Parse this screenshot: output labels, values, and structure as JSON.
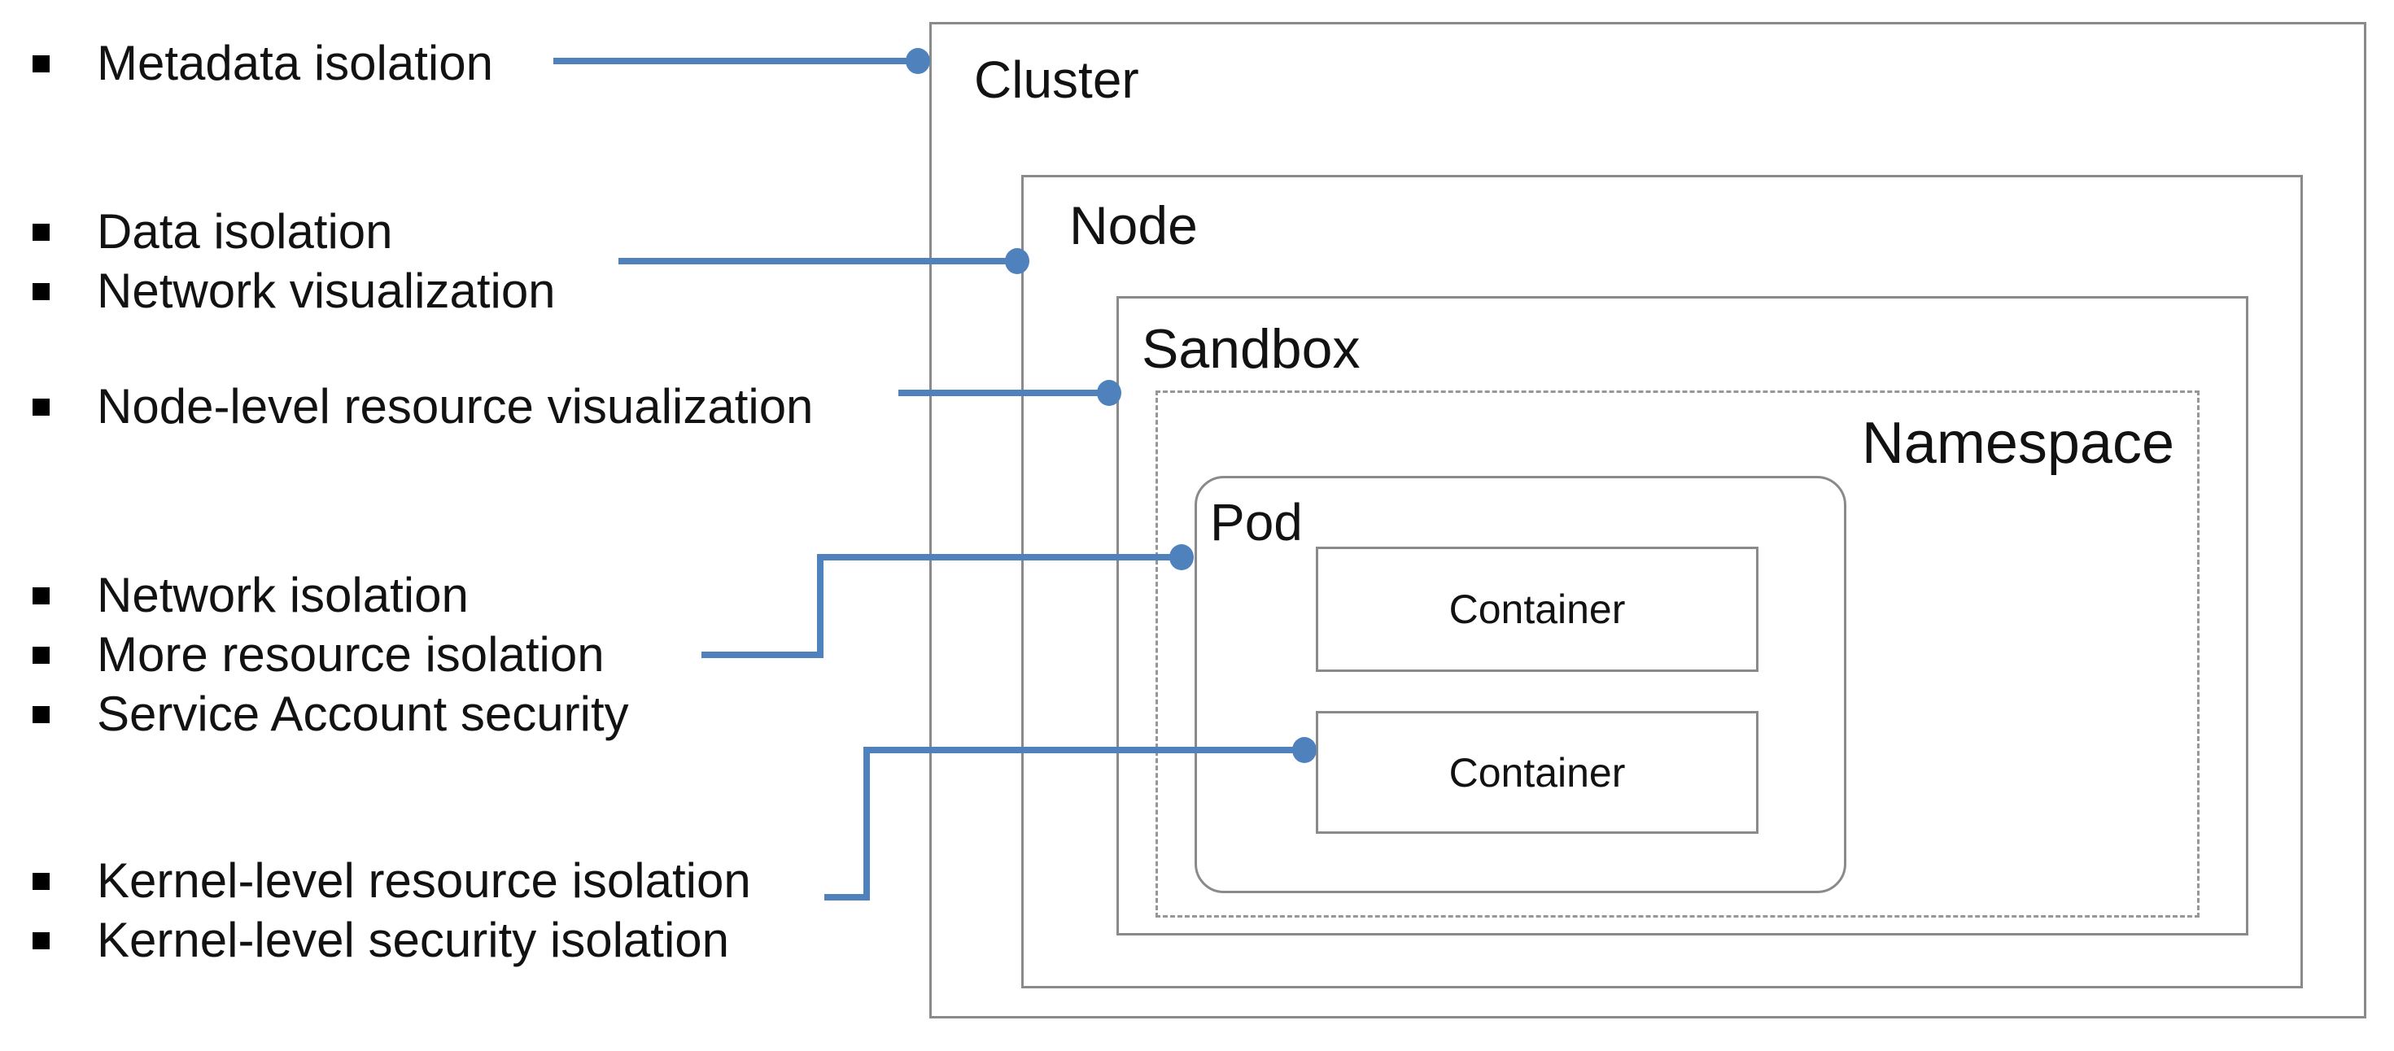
{
  "colors": {
    "accent": "#4f81bd",
    "border": "#8a8a8a",
    "border-dash": "#979797",
    "text": "#121212"
  },
  "bullets": [
    {
      "label": "Metadata isolation"
    },
    {
      "label": "Data isolation"
    },
    {
      "label": "Network visualization"
    },
    {
      "label": "Node-level resource visualization"
    },
    {
      "label": "Network isolation"
    },
    {
      "label": "More resource isolation"
    },
    {
      "label": "Service Account security"
    },
    {
      "label": "Kernel-level resource isolation"
    },
    {
      "label": "Kernel-level security isolation"
    }
  ],
  "diagram": {
    "cluster_label": "Cluster",
    "node_label": "Node",
    "sandbox_label": "Sandbox",
    "namespace_label": "Namespace",
    "pod_label": "Pod",
    "container1_label": "Container",
    "container2_label": "Container"
  }
}
